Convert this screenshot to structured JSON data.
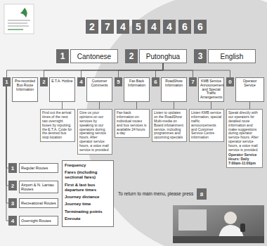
{
  "diagram": {
    "nodes": [
      {
        "text": [
          "2"
        ]
      },
      {
        "text": [
          "7"
        ]
      },
      {
        "text": [
          "4"
        ]
      },
      {
        "text": [
          "5"
        ]
      },
      {
        "text": [
          "4"
        ]
      },
      {
        "text": [
          "4"
        ]
      },
      {
        "text": [
          "6"
        ]
      },
      {
        "text": [
          "6"
        ]
      },
      {
        "text": [
          "1"
        ]
      },
      {
        "text": [
          "Cantonese"
        ]
      },
      {
        "text": [
          "2"
        ]
      },
      {
        "text": [
          "Putonghua"
        ]
      },
      {
        "text": [
          "3"
        ]
      },
      {
        "text": [
          "English"
        ]
      },
      {
        "text": [
          "1"
        ]
      },
      {
        "text": [
          "Pre-recorded Bus Route Information"
        ]
      },
      {
        "text": [
          "2"
        ]
      },
      {
        "text": [
          "E.T.A. Hotline"
        ]
      },
      {
        "text": [
          "4"
        ]
      },
      {
        "text": [
          "Customer Comments"
        ]
      },
      {
        "text": [
          "5"
        ]
      },
      {
        "text": [
          "Fax Back Information"
        ]
      },
      {
        "text": [
          "6"
        ]
      },
      {
        "text": [
          "RoadShow Information"
        ]
      },
      {
        "text": [
          "7"
        ]
      },
      {
        "text": [
          "KMB Service Announcement and Special Traffic Arrangements"
        ]
      },
      {
        "text": [
          "0"
        ]
      },
      {
        "text": [
          "Operator Service"
        ]
      },
      {
        "text": [
          "Find out the arrival times of the next two overnight buses by inputting the E.T.A. Code for the desired bus stop location"
        ]
      },
      {
        "text": [
          "Give us your opinions on our services by speaking to our operators during operating service hours. After operator service hours, a voice mail service is provided"
        ]
      },
      {
        "text": [
          "Fax-back information on individual routes and bus services is available 24 hours a day"
        ]
      },
      {
        "text": [
          "Listen to updates on the RoadShow Multi-media on Board infotainment service, including programmes and upcoming specials"
        ]
      },
      {
        "text": [
          "Listen KMB service information, special traffic announcements and Customer Service Centre information"
        ]
      },
      {
        "text": [
          "Speak directly with our operators for detailed route information and make suggestions during operator service hours. After operator service hours, a voice mail service is provided",
          "Operator Service Hours: Daily 7:00am-11:00pm"
        ]
      },
      {
        "text": [
          "1"
        ]
      },
      {
        "text": [
          "Regular Routes"
        ]
      },
      {
        "text": [
          "2"
        ]
      },
      {
        "text": [
          "Airport & N. Lantau Routes"
        ]
      },
      {
        "text": [
          "3"
        ]
      },
      {
        "text": [
          "Recreational Routes"
        ]
      },
      {
        "text": [
          "4"
        ]
      },
      {
        "text": [
          "Overnight Routes"
        ]
      },
      {
        "text": [
          "Frequency",
          "Fares (including sectional fares)",
          "First & last bus departure times",
          "Journey distance",
          "Journey time",
          "Terminating points",
          "Enroute"
        ]
      },
      {
        "text": [
          "8"
        ]
      }
    ],
    "edges": [
      {
        "from": 11,
        "to": 14,
        "arrow": "none"
      },
      {
        "from": 11,
        "to": 16,
        "arrow": "none"
      },
      {
        "from": 11,
        "to": 18,
        "arrow": "none"
      },
      {
        "from": 11,
        "to": 20,
        "arrow": "none"
      },
      {
        "from": 11,
        "to": 22,
        "arrow": "none"
      },
      {
        "from": 11,
        "to": 24,
        "arrow": "none"
      },
      {
        "from": 11,
        "to": 26,
        "arrow": "none"
      },
      {
        "from": 17,
        "to": 28,
        "arrow": "none"
      },
      {
        "from": 19,
        "to": 29,
        "arrow": "none"
      },
      {
        "from": 21,
        "to": 30,
        "arrow": "none"
      },
      {
        "from": 23,
        "to": 31,
        "arrow": "none"
      },
      {
        "from": 25,
        "to": 32,
        "arrow": "none"
      },
      {
        "from": 27,
        "to": 33,
        "arrow": "none"
      },
      {
        "from": 14,
        "to": 34,
        "arrow": "none"
      },
      {
        "from": 14,
        "to": 36,
        "arrow": "none"
      },
      {
        "from": 14,
        "to": 38,
        "arrow": "none"
      },
      {
        "from": 14,
        "to": 40,
        "arrow": "none"
      }
    ],
    "labels": [
      "To return to main menu, please press"
    ]
  }
}
